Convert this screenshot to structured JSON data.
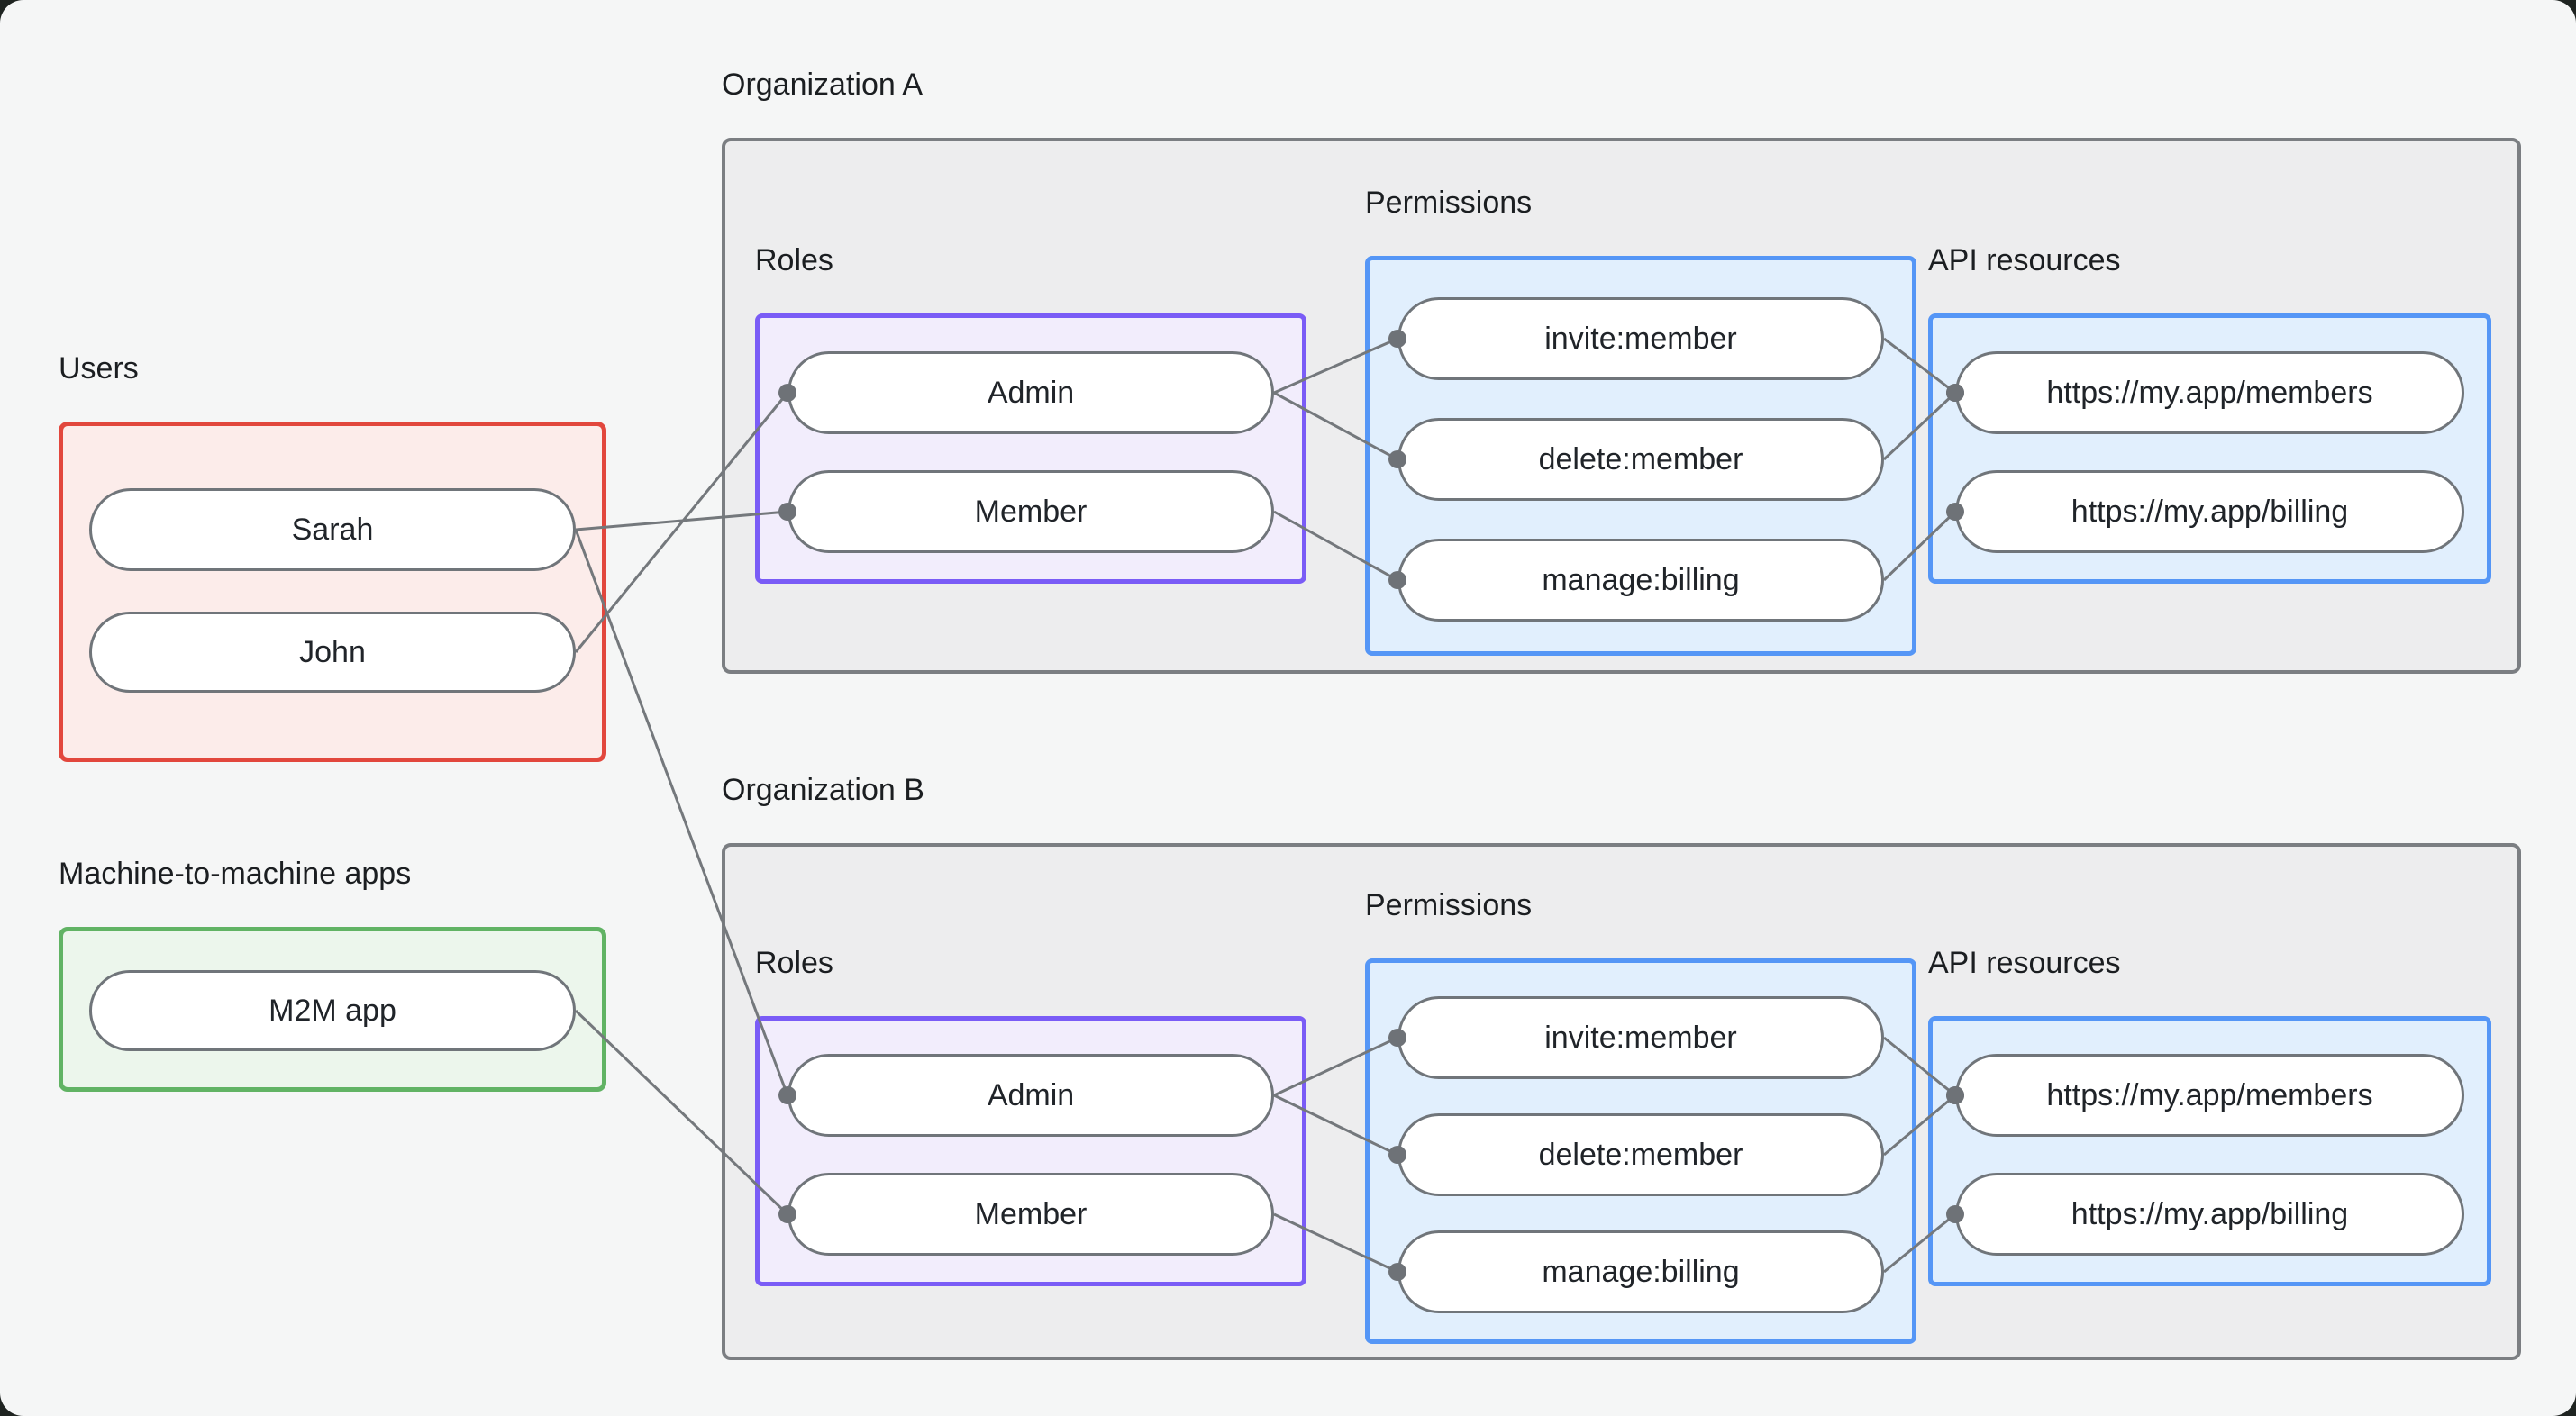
{
  "colors": {
    "background": "#f5f6f6",
    "frame": "#1f2421",
    "users_border": "#e2473d",
    "users_fill": "#fcecea",
    "m2m_border": "#61b364",
    "m2m_fill": "#ecf6ec",
    "org_border": "#7b7e82",
    "org_fill": "#ededee",
    "roles_border": "#7a5cf6",
    "roles_fill": "#f2edfc",
    "permissions_border": "#5596f6",
    "permissions_fill": "#e1effd",
    "node_border": "#70757a",
    "node_fill": "#ffffff",
    "edge": "#74787c",
    "text": "#202429"
  },
  "users_section": {
    "label": "Users",
    "nodes": [
      {
        "id": "sarah",
        "label": "Sarah"
      },
      {
        "id": "john",
        "label": "John"
      }
    ]
  },
  "m2m_section": {
    "label": "Machine-to-machine apps",
    "nodes": [
      {
        "id": "m2m",
        "label": "M2M app"
      }
    ]
  },
  "org_a": {
    "label": "Organization A",
    "roles_label": "Roles",
    "permissions_label": "Permissions",
    "api_label": "API resources",
    "roles": [
      {
        "id": "orgA-admin",
        "label": "Admin"
      },
      {
        "id": "orgA-member",
        "label": "Member"
      }
    ],
    "permissions": [
      {
        "id": "orgA-invite",
        "label": "invite:member"
      },
      {
        "id": "orgA-delete",
        "label": "delete:member"
      },
      {
        "id": "orgA-manage",
        "label": "manage:billing"
      }
    ],
    "api_resources": [
      {
        "id": "orgA-members",
        "label": "https://my.app/members"
      },
      {
        "id": "orgA-billing",
        "label": "https://my.app/billing"
      }
    ]
  },
  "org_b": {
    "label": "Organization B",
    "roles_label": "Roles",
    "permissions_label": "Permissions",
    "api_label": "API resources",
    "roles": [
      {
        "id": "orgB-admin",
        "label": "Admin"
      },
      {
        "id": "orgB-member",
        "label": "Member"
      }
    ],
    "permissions": [
      {
        "id": "orgB-invite",
        "label": "invite:member"
      },
      {
        "id": "orgB-delete",
        "label": "delete:member"
      },
      {
        "id": "orgB-manage",
        "label": "manage:billing"
      }
    ],
    "api_resources": [
      {
        "id": "orgB-members",
        "label": "https://my.app/members"
      },
      {
        "id": "orgB-billing",
        "label": "https://my.app/billing"
      }
    ]
  },
  "connections": [
    {
      "from": "sarah",
      "to": "orgA-member"
    },
    {
      "from": "john",
      "to": "orgA-admin"
    },
    {
      "from": "sarah",
      "to": "orgB-admin"
    },
    {
      "from": "m2m",
      "to": "orgB-member"
    },
    {
      "from": "orgA-admin",
      "to": "orgA-invite"
    },
    {
      "from": "orgA-admin",
      "to": "orgA-delete"
    },
    {
      "from": "orgA-member",
      "to": "orgA-manage"
    },
    {
      "from": "orgA-invite",
      "to": "orgA-members"
    },
    {
      "from": "orgA-delete",
      "to": "orgA-members"
    },
    {
      "from": "orgA-manage",
      "to": "orgA-billing"
    },
    {
      "from": "orgB-admin",
      "to": "orgB-invite"
    },
    {
      "from": "orgB-admin",
      "to": "orgB-delete"
    },
    {
      "from": "orgB-member",
      "to": "orgB-manage"
    },
    {
      "from": "orgB-invite",
      "to": "orgB-members"
    },
    {
      "from": "orgB-delete",
      "to": "orgB-members"
    },
    {
      "from": "orgB-manage",
      "to": "orgB-billing"
    }
  ]
}
